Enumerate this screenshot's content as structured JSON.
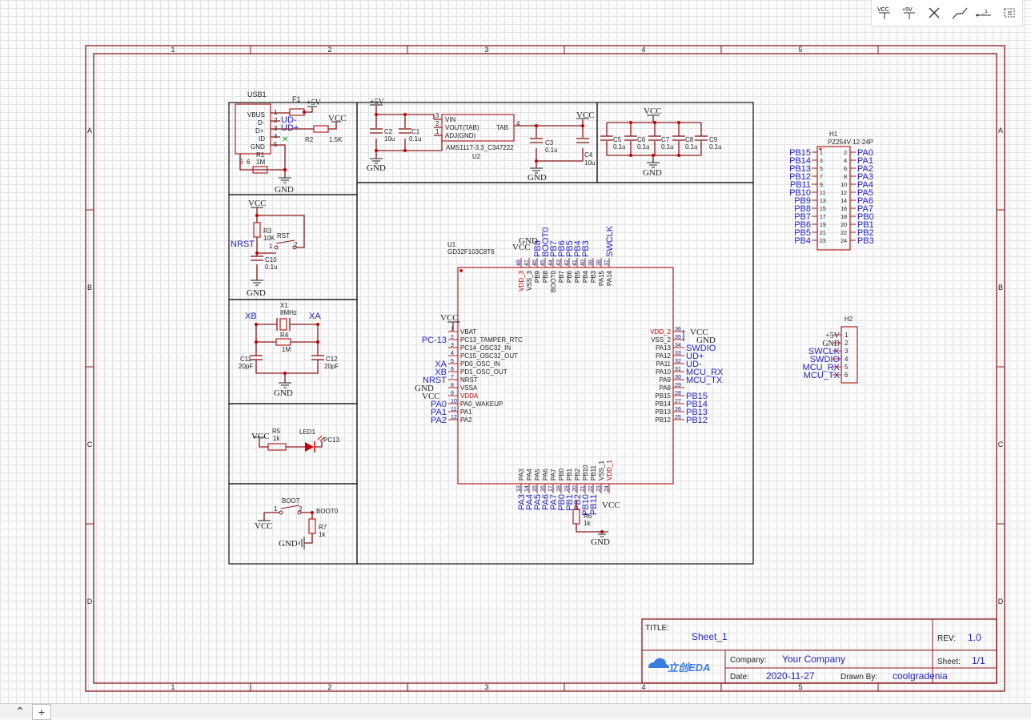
{
  "toolbar": {
    "vcc_label": "VCC",
    "plus5v_label": "+5V",
    "no_connect_icon": "x-icon",
    "wire_icon": "wire-icon",
    "netlabel_icon": "net-label-icon",
    "netport_icon": "net-port-icon"
  },
  "frame": {
    "col_labels": [
      "1",
      "2",
      "3",
      "4",
      "5"
    ],
    "row_labels": [
      "A",
      "B",
      "C",
      "D"
    ]
  },
  "title_block": {
    "title_label": "TITLE:",
    "title_value": "Sheet_1",
    "rev_label": "REV:",
    "rev_value": "1.0",
    "company_label": "Company:",
    "company_value": "Your Company",
    "sheet_label": "Sheet:",
    "sheet_value": "1/1",
    "date_label": "Date:",
    "date_value": "2020-11-27",
    "drawn_label": "Drawn By:",
    "drawn_value": "coolgradenia",
    "logo_text": "立创EDA"
  },
  "usb": {
    "ref": "USB1",
    "fuse": "F1",
    "plus5v": "+5V",
    "vcc": "VCC",
    "pins": [
      "VBUS",
      "D-",
      "D+",
      "ID",
      "GND"
    ],
    "pin_nums": [
      "1",
      "2",
      "3",
      "4",
      "5",
      "6",
      "6"
    ],
    "udm": "UD-",
    "udp": "UD+",
    "r1": "R1",
    "r1_val": "1M",
    "r2": "R2",
    "r2_val": "1.5K",
    "gnd": "GND"
  },
  "ldo": {
    "plus5v": "+5V",
    "c2": "C2",
    "c2_val": "10u",
    "c1": "C1",
    "c1_val": "0.1u",
    "pin_vin": "VIN",
    "pin_vout": "VOUT(TAB)",
    "pin_tab": "TAB",
    "pin_adj": "ADJ(GND)",
    "p3": "3",
    "p2": "2",
    "p1": "1",
    "p4": "4",
    "part": "AMS1117-3.3_C347222",
    "ref": "U2",
    "vcc": "VCC",
    "c3": "C3",
    "c3_val": "0.1u",
    "c4": "C4",
    "c4_val": "10u",
    "gnd": "GND",
    "gnd2": "GND"
  },
  "decoupling": {
    "vcc": "VCC",
    "gnd": "GND",
    "caps": [
      {
        "ref": "C5",
        "val": "0.1u"
      },
      {
        "ref": "C6",
        "val": "0.1u"
      },
      {
        "ref": "C7",
        "val": "0.1u"
      },
      {
        "ref": "C8",
        "val": "0.1u"
      },
      {
        "ref": "C9",
        "val": "0.1u"
      }
    ]
  },
  "reset": {
    "vcc": "VCC",
    "r3": "R3",
    "r3_val": "10K",
    "nrst": "NRST",
    "rst": "RST",
    "p1": "1",
    "p2": "2",
    "c10": "C10",
    "c10_val": "0.1u",
    "gnd": "GND"
  },
  "crystal": {
    "xb": "XB",
    "xa": "XA",
    "x1": "X1",
    "x1_val": "8MHz",
    "r4": "R4",
    "r4_val": "1M",
    "c11": "C11",
    "c11_val": "20pF",
    "c12": "C12",
    "c12_val": "20pF",
    "gnd": "GND"
  },
  "led": {
    "vcc": "VCC",
    "r5": "R5",
    "r5_val": "1k",
    "led1": "LED1",
    "net": "PC13"
  },
  "boot": {
    "boot": "BOOT",
    "p1": "1",
    "p2": "2",
    "boot0": "BOOT0",
    "vcc": "VCC",
    "r7": "R7",
    "r7_val": "1k",
    "gnd": "GND"
  },
  "mcu": {
    "ref": "U1",
    "part": "GD32F103C8T6",
    "gnd_top": "GND",
    "vcc_top": "VCC",
    "vcc_left": "VCC",
    "gnd_left": "GND",
    "vcc_left2": "VCC",
    "gnd_right": "GND",
    "vcc_right": "VCC",
    "vcc_bottom": "VCC",
    "gnd_bottom": "GND",
    "r6": "R6",
    "r6_val": "1k",
    "left_pins": [
      {
        "num": "1",
        "name": "VBAT",
        "net": ""
      },
      {
        "num": "2",
        "name": "PC13_TAMPER_RTC",
        "net": "PC-13"
      },
      {
        "num": "3",
        "name": "PC14_OSC32_IN",
        "net": ""
      },
      {
        "num": "4",
        "name": "PC15_OSC32_OUT",
        "net": ""
      },
      {
        "num": "5",
        "name": "PD0_OSC_IN",
        "net": "XA"
      },
      {
        "num": "6",
        "name": "PD1_OSC_OUT",
        "net": "XB"
      },
      {
        "num": "7",
        "name": "NRST",
        "net": "NRST"
      },
      {
        "num": "8",
        "name": "VSSA",
        "net": ""
      },
      {
        "num": "9",
        "name": "VDDA",
        "net": ""
      },
      {
        "num": "10",
        "name": "PA0_WAKEUP",
        "net": "PA0"
      },
      {
        "num": "11",
        "name": "PA1",
        "net": "PA1"
      },
      {
        "num": "12",
        "name": "PA2",
        "net": "PA2"
      }
    ],
    "right_pins": [
      {
        "num": "36",
        "name": "VDD_2",
        "net": ""
      },
      {
        "num": "35",
        "name": "VSS_2",
        "net": ""
      },
      {
        "num": "34",
        "name": "PA13",
        "net": "SWDIO"
      },
      {
        "num": "33",
        "name": "PA12",
        "net": "UD+"
      },
      {
        "num": "32",
        "name": "PA11",
        "net": "UD-"
      },
      {
        "num": "31",
        "name": "PA10",
        "net": "MCU_RX"
      },
      {
        "num": "30",
        "name": "PA9",
        "net": "MCU_TX"
      },
      {
        "num": "29",
        "name": "PA8",
        "net": ""
      },
      {
        "num": "28",
        "name": "PB15",
        "net": "PB15"
      },
      {
        "num": "27",
        "name": "PB14",
        "net": "PB14"
      },
      {
        "num": "26",
        "name": "PB13",
        "net": "PB13"
      },
      {
        "num": "25",
        "name": "PB12",
        "net": "PB12"
      }
    ],
    "top_pins": [
      {
        "num": "48",
        "name": "VDD_3",
        "net": ""
      },
      {
        "num": "47",
        "name": "VSS_3",
        "net": ""
      },
      {
        "num": "46",
        "name": "PB9",
        "net": "PB8"
      },
      {
        "num": "45",
        "name": "PB8",
        "net": "BOOT0"
      },
      {
        "num": "44",
        "name": "BOOT0",
        "net": "PB7"
      },
      {
        "num": "43",
        "name": "PB7",
        "net": "PB6"
      },
      {
        "num": "42",
        "name": "PB6",
        "net": "PB5"
      },
      {
        "num": "41",
        "name": "PB5",
        "net": "PB4"
      },
      {
        "num": "40",
        "name": "PB4",
        "net": "PB3"
      },
      {
        "num": "39",
        "name": "PB3",
        "net": ""
      },
      {
        "num": "38",
        "name": "PA15",
        "net": ""
      },
      {
        "num": "37",
        "name": "PA14",
        "net": "SWCLK"
      }
    ],
    "bottom_pins": [
      {
        "num": "13",
        "name": "PA3",
        "net": "PA3"
      },
      {
        "num": "14",
        "name": "PA4",
        "net": "PA4"
      },
      {
        "num": "15",
        "name": "PA5",
        "net": "PA5"
      },
      {
        "num": "16",
        "name": "PA6",
        "net": "PA6"
      },
      {
        "num": "17",
        "name": "PA7",
        "net": "PA7"
      },
      {
        "num": "18",
        "name": "PB0",
        "net": "PB0"
      },
      {
        "num": "19",
        "name": "PB1",
        "net": "PB1"
      },
      {
        "num": "20",
        "name": "PB2",
        "net": "PB2"
      },
      {
        "num": "21",
        "name": "PB10",
        "net": "PB10"
      },
      {
        "num": "22",
        "name": "PB11",
        "net": "PB11"
      },
      {
        "num": "23",
        "name": "VSS_1",
        "net": ""
      },
      {
        "num": "24",
        "name": "VDD_1",
        "net": ""
      }
    ]
  },
  "header_h1": {
    "ref": "H1",
    "part": "PZ254V-12-24P",
    "rows": [
      {
        "ln": "PB15",
        "lp": "1",
        "rp": "2",
        "rn": "PA0"
      },
      {
        "ln": "PB14",
        "lp": "3",
        "rp": "4",
        "rn": "PA1"
      },
      {
        "ln": "PB13",
        "lp": "5",
        "rp": "6",
        "rn": "PA2"
      },
      {
        "ln": "PB12",
        "lp": "7",
        "rp": "8",
        "rn": "PA3"
      },
      {
        "ln": "PB11",
        "lp": "9",
        "rp": "10",
        "rn": "PA4"
      },
      {
        "ln": "PB10",
        "lp": "11",
        "rp": "12",
        "rn": "PA5"
      },
      {
        "ln": "PB9",
        "lp": "13",
        "rp": "14",
        "rn": "PA6"
      },
      {
        "ln": "PB8",
        "lp": "15",
        "rp": "16",
        "rn": "PA7"
      },
      {
        "ln": "PB7",
        "lp": "17",
        "rp": "18",
        "rn": "PB0"
      },
      {
        "ln": "PB6",
        "lp": "19",
        "rp": "20",
        "rn": "PB1"
      },
      {
        "ln": "PB5",
        "lp": "21",
        "rp": "22",
        "rn": "PB2"
      },
      {
        "ln": "PB4",
        "lp": "23",
        "rp": "24",
        "rn": "PB3"
      }
    ]
  },
  "header_h2": {
    "ref": "H2",
    "nets": [
      "+5V",
      "GND",
      "SWCLK",
      "SWDIO",
      "MCU_RX",
      "MCU_TX"
    ],
    "pins": [
      "1",
      "2",
      "3",
      "4",
      "5",
      "6"
    ]
  },
  "colors": {
    "wire": "#8b1a1a",
    "net_label": "#2323c8",
    "junction": "#c00000",
    "pkg": "#b22222",
    "pin_name": "#1a1a8b",
    "power_pin": "#cc0000"
  }
}
